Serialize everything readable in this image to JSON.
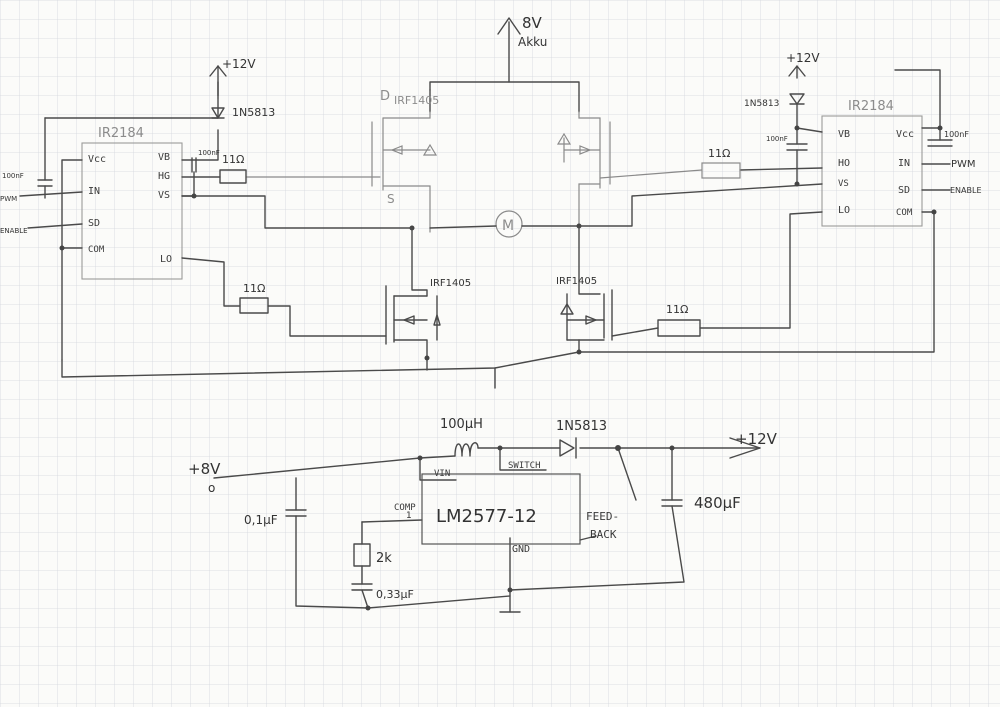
{
  "colors": {
    "paper": "#fbfbf9",
    "grid": "#d3d6dc",
    "ink": "#4a4a4a",
    "faint_ink": "#8a8a8a"
  },
  "supply": {
    "battery_label_1": "8V",
    "battery_label_2": "Akku"
  },
  "left_driver": {
    "chip": "IR2184",
    "supply": "+12V",
    "diode": "1N5813",
    "pins": {
      "vcc": "Vcc",
      "in": "IN",
      "sd": "SD",
      "com": "COM",
      "vb": "VB",
      "ho": "HG",
      "vs": "VS",
      "lo": "LO"
    },
    "cap_left": "100nF",
    "cap_boot": "100nF",
    "in_signal": "PWM",
    "enable_signal": "ENABLE"
  },
  "right_driver": {
    "chip": "IR2184",
    "supply": "+12V",
    "diode": "1N5813",
    "pins": {
      "vb": "VB",
      "ho": "HO",
      "vs": "VS",
      "lo": "LO",
      "vcc": "Vcc",
      "in": "IN",
      "sd": "SD",
      "com": "COM"
    },
    "cap_boot": "100nF",
    "cap_right": "100nF",
    "in_signal": "PWM",
    "enable_signal": "ENABLE"
  },
  "bridge": {
    "high_left": "IRF1405",
    "low_left": "IRF1405",
    "low_right": "IRF1405",
    "drain_mark": "D",
    "source_mark": "S",
    "motor": "M",
    "gate_res_hl": "11Ω",
    "gate_res_ll": "11Ω",
    "gate_res_hr": "11Ω",
    "gate_res_lr": "11Ω"
  },
  "boost": {
    "in_label": "+8V",
    "inductor": "100μH",
    "diode": "1N5813",
    "out_label": "+12V",
    "chip": "LM2577-12",
    "pins": {
      "vin": "VIN",
      "switch": "SWITCH",
      "comp": "COMP",
      "feedback_1": "FEED-",
      "feedback_2": "BACK",
      "gnd": "GND"
    },
    "comp_pin_no": "1",
    "cap_in": "0,1μF",
    "res_comp": "2k",
    "cap_comp": "0,33μF",
    "cap_out": "480μF"
  }
}
